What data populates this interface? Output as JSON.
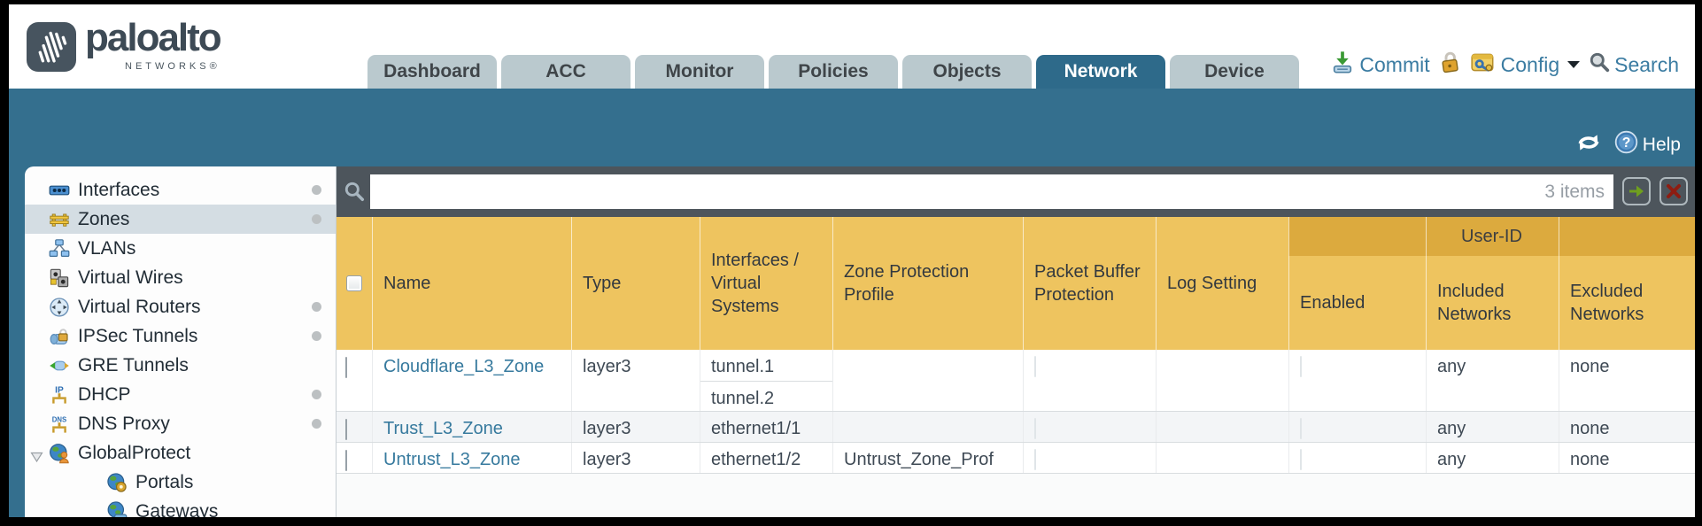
{
  "brand": {
    "name": "paloalto",
    "sub": "NETWORKS®"
  },
  "nav": {
    "tabs": [
      "Dashboard",
      "ACC",
      "Monitor",
      "Policies",
      "Objects",
      "Network",
      "Device"
    ],
    "active_tab": "Network",
    "actions": {
      "commit": "Commit",
      "config": "Config",
      "search": "Search"
    }
  },
  "toolbar": {
    "help": "Help"
  },
  "sidebar": {
    "items": [
      {
        "label": "Interfaces"
      },
      {
        "label": "Zones"
      },
      {
        "label": "VLANs"
      },
      {
        "label": "Virtual Wires"
      },
      {
        "label": "Virtual Routers"
      },
      {
        "label": "IPSec Tunnels"
      },
      {
        "label": "GRE Tunnels"
      },
      {
        "label": "DHCP"
      },
      {
        "label": "DNS Proxy"
      },
      {
        "label": "GlobalProtect"
      },
      {
        "label": "Portals"
      },
      {
        "label": "Gateways"
      }
    ],
    "selected": "Zones"
  },
  "filter": {
    "items_label": "3 items",
    "value": ""
  },
  "table": {
    "group": {
      "user_id": "User-ID"
    },
    "columns": {
      "name": "Name",
      "type": "Type",
      "interfaces": "Interfaces / Virtual Systems",
      "zone_protection": "Zone Protection Profile",
      "packet_buffer": "Packet Buffer Protection",
      "log_setting": "Log Setting",
      "enabled": "Enabled",
      "included": "Included Networks",
      "excluded": "Excluded Networks"
    },
    "rows": [
      {
        "name": "Cloudflare_L3_Zone",
        "type": "layer3",
        "interfaces": [
          "tunnel.1",
          "tunnel.2"
        ],
        "zone_protection": "",
        "log_setting": "",
        "included": "any",
        "excluded": "none"
      },
      {
        "name": "Trust_L3_Zone",
        "type": "layer3",
        "interfaces": [
          "ethernet1/1"
        ],
        "zone_protection": "",
        "log_setting": "",
        "included": "any",
        "excluded": "none"
      },
      {
        "name": "Untrust_L3_Zone",
        "type": "layer3",
        "interfaces": [
          "ethernet1/2"
        ],
        "zone_protection": "Untrust_Zone_Prof",
        "log_setting": "",
        "included": "any",
        "excluded": "none"
      }
    ]
  },
  "colors": {
    "teal": "#346f8e",
    "tab_inactive": "#bac9ce",
    "filter_bar": "#4d555c",
    "header_amber": "#eec45f",
    "userid_band": "#dcaa3e",
    "link": "#377a9e",
    "action_blue": "#3b7ca2",
    "selected_row": "#d4dde3"
  }
}
